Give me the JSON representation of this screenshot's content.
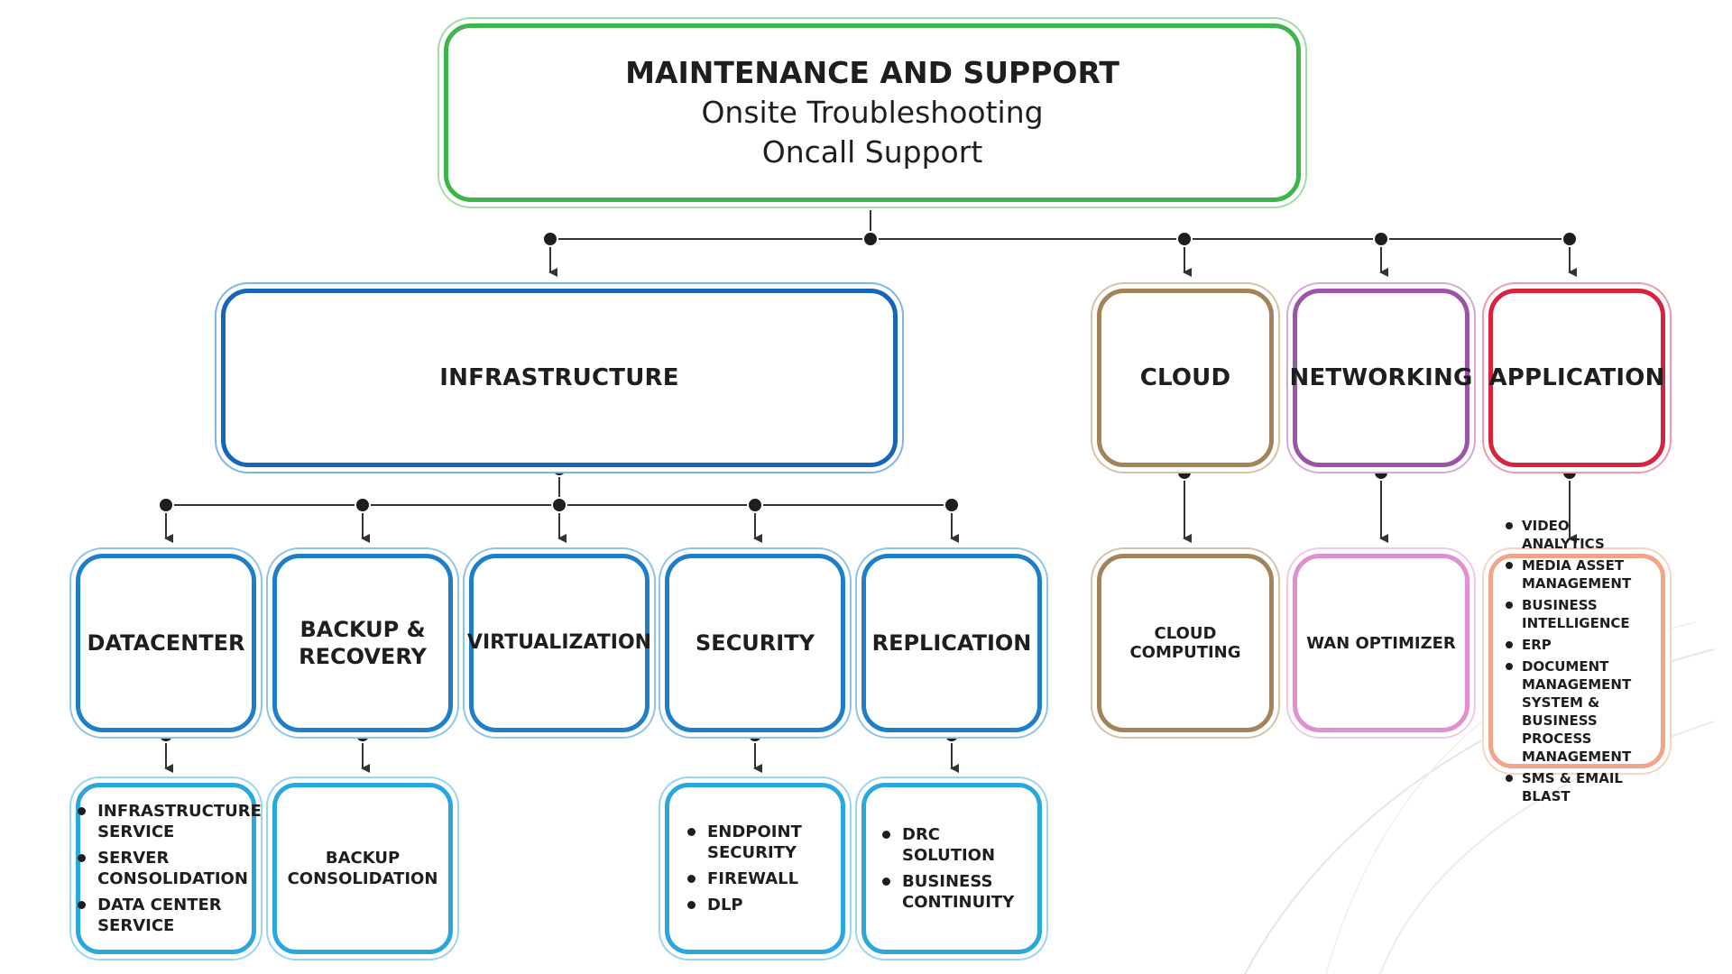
{
  "top": {
    "title": "MAINTENANCE AND SUPPORT",
    "lines": [
      "Onsite Troubleshooting",
      "Oncall Support"
    ],
    "color": "#3cb54a"
  },
  "categories": [
    {
      "label": "INFRASTRUCTURE",
      "color": "#1565b8"
    },
    {
      "label": "CLOUD",
      "color": "#a3835a"
    },
    {
      "label": "NETWORKING",
      "color": "#9b54a8"
    },
    {
      "label": "APPLICATION",
      "color": "#d8233f"
    }
  ],
  "infra_services": [
    {
      "label": "DATACENTER"
    },
    {
      "label": "BACKUP & RECOVERY"
    },
    {
      "label": "VIRTUALIZATION"
    },
    {
      "label": "SECURITY"
    },
    {
      "label": "REPLICATION"
    }
  ],
  "infra_details": {
    "datacenter": [
      "INFRASTRUCTURE SERVICE",
      "SERVER CONSOLIDATION",
      "DATA CENTER SERVICE"
    ],
    "backup": "BACKUP CONSOLIDATION",
    "security": [
      "ENDPOINT SECURITY",
      "FIREWALL",
      "DLP"
    ],
    "replication": [
      "DRC SOLUTION",
      "BUSINESS CONTINUITY"
    ]
  },
  "cloud_detail": "CLOUD COMPUTING",
  "networking_detail": "WAN OPTIMIZER",
  "application_details": [
    "VIDEO ANALYTICS",
    "MEDIA ASSET MANAGEMENT",
    "BUSINESS INTELLIGENCE",
    "ERP",
    "DOCUMENT MANAGEMENT SYSTEM & BUSINESS PROCESS MANAGEMENT",
    "SMS & EMAIL BLAST"
  ],
  "colors": {
    "service_blue": "#1e7fc8",
    "detail_cyan": "#2aa8de",
    "cloud_detail": "#a3835a",
    "networking_detail": "#e08fd0",
    "application_detail": "#f2a58a",
    "connector": "#333333"
  }
}
